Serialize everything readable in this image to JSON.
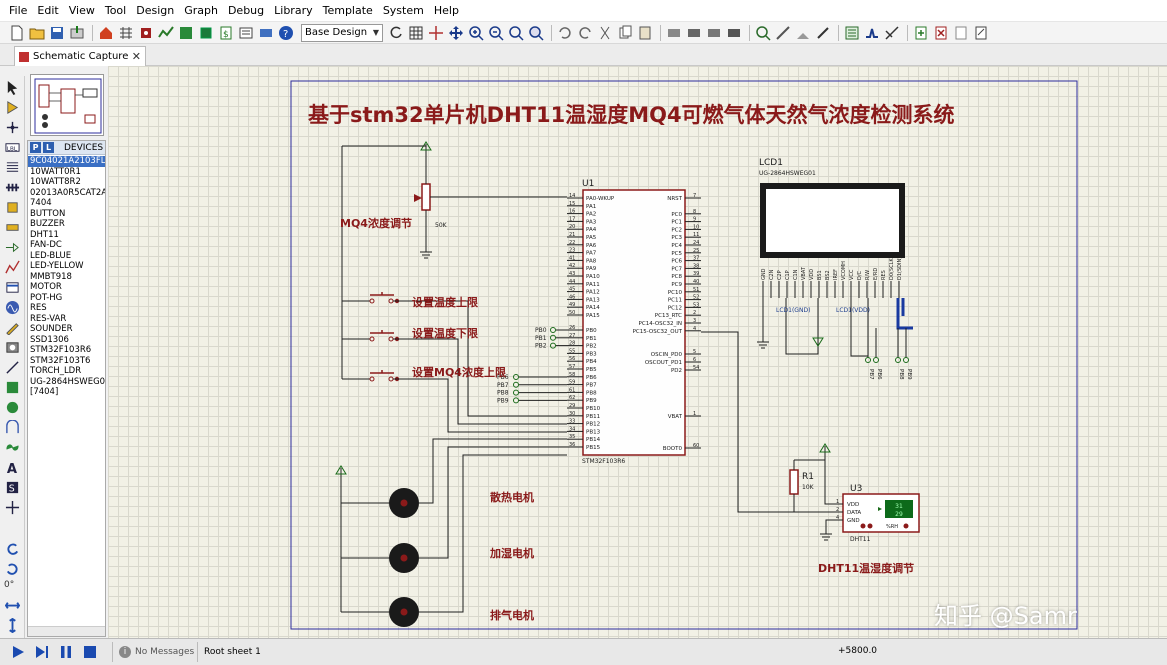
{
  "menu": [
    "File",
    "Edit",
    "View",
    "Tool",
    "Design",
    "Graph",
    "Debug",
    "Library",
    "Template",
    "System",
    "Help"
  ],
  "toolbar": {
    "design_select": "Base Design"
  },
  "tab": {
    "label": "Schematic Capture"
  },
  "device_panel": {
    "mode_p": "P",
    "mode_l": "L",
    "title": "DEVICES",
    "items": [
      "9C04021A2103FLH",
      "10WATT0R1",
      "10WATT8R2",
      "02013A0R5CAT2A",
      "7404",
      "BUTTON",
      "BUZZER",
      "DHT11",
      "FAN-DC",
      "LED-BLUE",
      "LED-YELLOW",
      "MMBT918",
      "MOTOR",
      "POT-HG",
      "RES",
      "RES-VAR",
      "SOUNDER",
      "SSD1306",
      "STM32F103R6",
      "STM32F103T6",
      "TORCH_LDR",
      "UG-2864HSWEG01",
      "[7404]"
    ],
    "selected_index": 0
  },
  "tools": {
    "angle": "0°"
  },
  "schematic": {
    "title": "基于stm32单片机DHT11温湿度MQ4可燃气体天然气浓度检测系统",
    "labels": {
      "mq4": "MQ4浓度调节",
      "temp_upper": "设置温度上限",
      "temp_lower": "设置温度下限",
      "mq4_upper": "设置MQ4浓度上限",
      "fan": "散热电机",
      "humid": "加湿电机",
      "exhaust": "排气电机",
      "dht11_adj": "DHT11温湿度调节"
    },
    "u1": {
      "ref": "U1",
      "part": "STM32F103R6",
      "left_nums": [
        "14",
        "15",
        "16",
        "17",
        "20",
        "21",
        "22",
        "23",
        "41",
        "42",
        "43",
        "44",
        "45",
        "46",
        "49",
        "50"
      ],
      "left_pins": [
        "PA0-WKUP",
        "PA1",
        "PA2",
        "PA3",
        "PA4",
        "PA5",
        "PA6",
        "PA7",
        "PA8",
        "PA9",
        "PA10",
        "PA11",
        "PA12",
        "PA13",
        "PA14",
        "PA15"
      ],
      "left_nums2": [
        "26",
        "27",
        "28",
        "55",
        "56",
        "57",
        "58",
        "59",
        "61",
        "62",
        "29",
        "30",
        "33",
        "34",
        "35",
        "36"
      ],
      "left_pins2": [
        "PB0",
        "PB1",
        "PB2",
        "PB3",
        "PB4",
        "PB5",
        "PB6",
        "PB7",
        "PB8",
        "PB9",
        "PB10",
        "PB11",
        "PB12",
        "PB13",
        "PB14",
        "PB15"
      ],
      "right_pins": [
        "NRST",
        "PC0",
        "PC1",
        "PC2",
        "PC3",
        "PC4",
        "PC5",
        "PC6",
        "PC7",
        "PC8",
        "PC9",
        "PC10",
        "PC11",
        "PC12",
        "PC13_RTC",
        "PC14-OSC32_IN",
        "PC15-OSC32_OUT"
      ],
      "right_nums": [
        "7",
        "8",
        "9",
        "10",
        "11",
        "24",
        "25",
        "37",
        "38",
        "39",
        "40",
        "51",
        "52",
        "53",
        "2",
        "3",
        "4"
      ],
      "right_pins2": [
        "OSCIN_PD0",
        "OSCOUT_PD1",
        "PD2",
        "VBAT",
        "BOOT0"
      ],
      "right_nums2": [
        "5",
        "6",
        "54",
        "1",
        "60"
      ]
    },
    "pb_net_labels": [
      "PB0",
      "PB1",
      "PB2"
    ],
    "pb_net_labels2": [
      "PB6",
      "PB7",
      "PB8",
      "PB9"
    ],
    "pot": {
      "value": "50K"
    },
    "lcd": {
      "ref": "LCD1",
      "part": "UG-2864HSWEG01",
      "pins": [
        "GND",
        "C2N",
        "C2P",
        "C1P",
        "C1N",
        "VBAT",
        "VDD",
        "BS1",
        "BS2",
        "IREF",
        "VCOMH",
        "VCC",
        "D/C",
        "R/W",
        "E/RD",
        "RES",
        "D0(SCLK)",
        "D1(SDIN)"
      ],
      "net_gnd": "LCD1(GND)",
      "net_vdd": "LCD1(VDD)",
      "bottom_nets": [
        "PB7",
        "PB6",
        "PB8",
        "PB9"
      ]
    },
    "r1": {
      "ref": "R1",
      "value": "10K"
    },
    "u3": {
      "ref": "U3",
      "part": "DHT11",
      "pins": [
        "VDD",
        "DATA",
        "GND"
      ],
      "pin_nums": [
        "1",
        "2",
        "4"
      ],
      "display_top": "31",
      "display_bottom": "29",
      "rh_label": "%RH"
    }
  },
  "watermark": "知乎 @Samr",
  "status": {
    "messages": "No Messages",
    "sheet": "Root sheet 1",
    "coord": "+5800.0"
  },
  "colors": {
    "wire": "#1f1f1f",
    "component": "#8b1a1a",
    "sheet_border": "#2c2c9c",
    "grid_bg": "#f2f1e6"
  }
}
